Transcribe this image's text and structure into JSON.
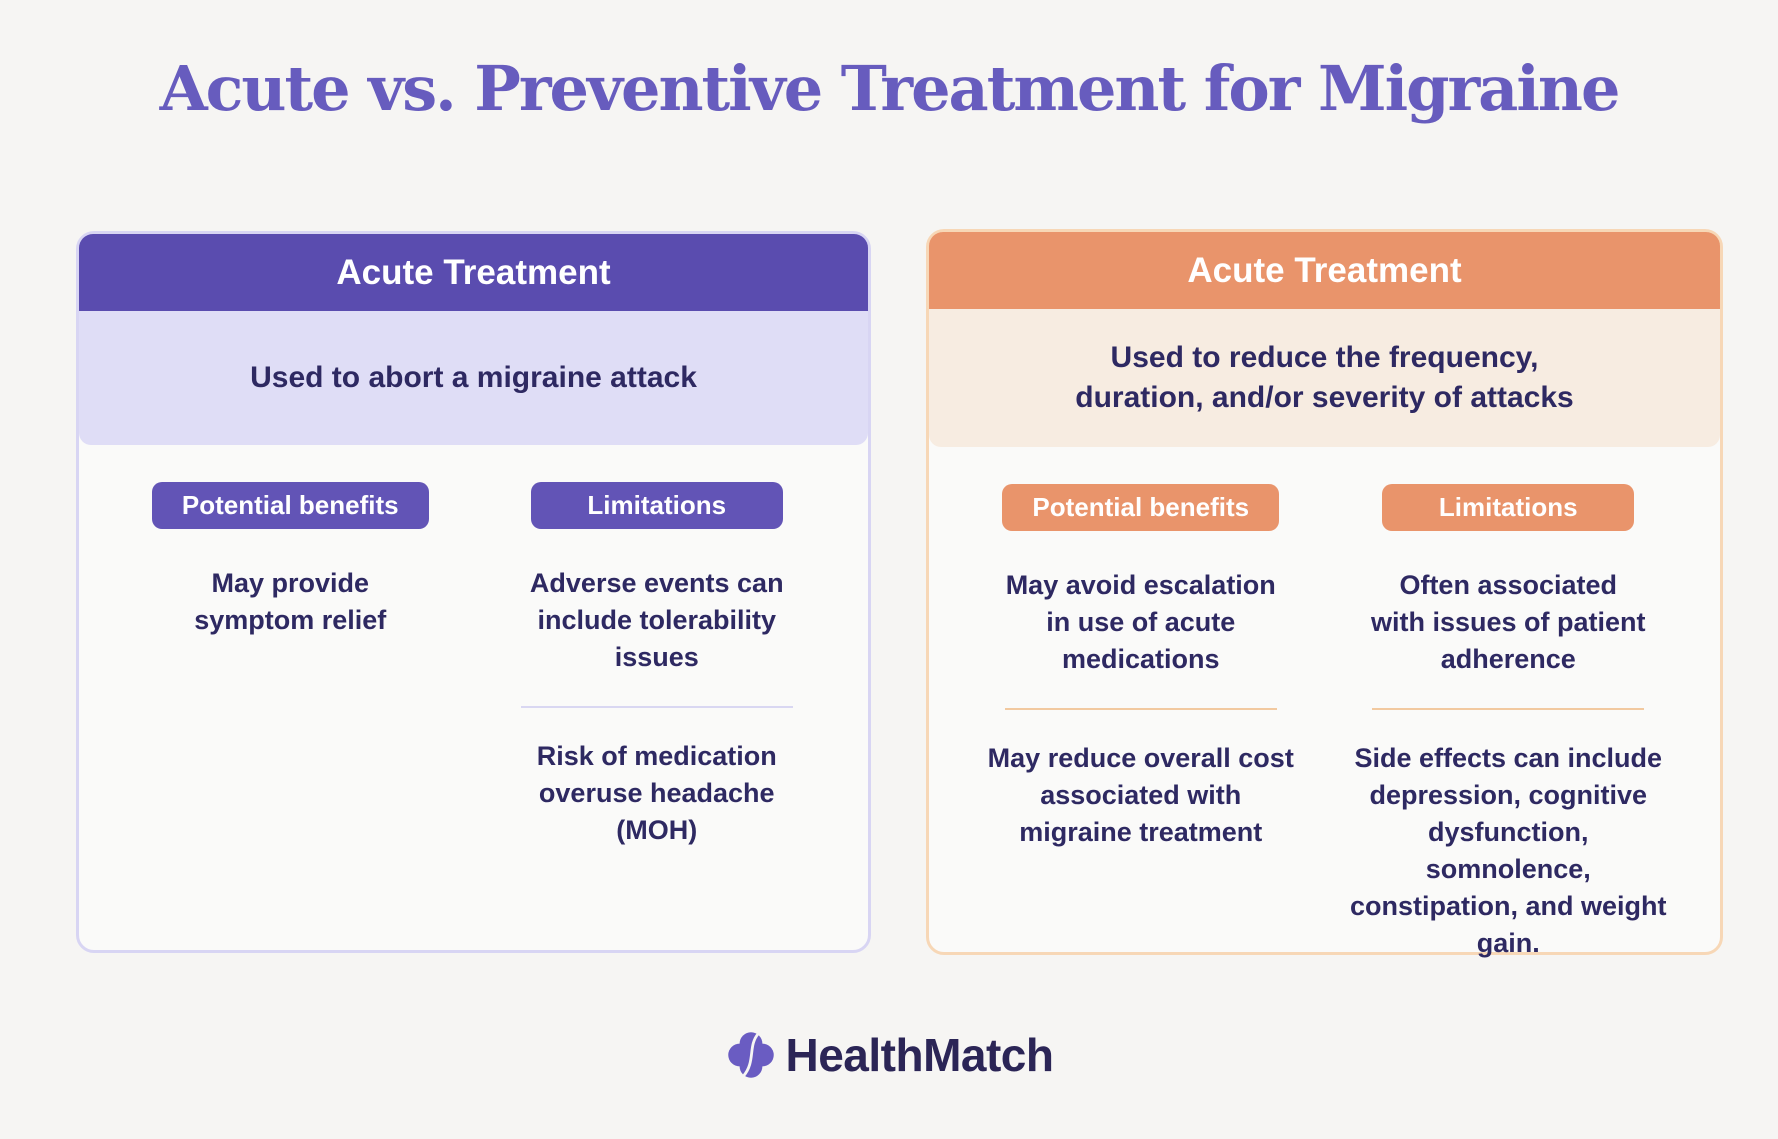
{
  "page": {
    "title": "Acute vs. Preventive Treatment for Migraine"
  },
  "colors": {
    "title_purple": "#675cbe",
    "purple_header": "#5a4caf",
    "purple_band": "#dfddf6",
    "purple_pill": "#6254b6",
    "orange_header": "#e9946b",
    "orange_band": "#f7ece1",
    "orange_pill": "#e9946b",
    "body_text_navy": "#2e2962",
    "background": "#f6f5f3"
  },
  "cards": [
    {
      "header": "Acute Treatment",
      "description": "Used to abort a migraine attack",
      "columns": [
        {
          "pill": "Potential benefits",
          "items": [
            "May provide\nsymptom relief"
          ]
        },
        {
          "pill": "Limitations",
          "items": [
            "Adverse events can\ninclude tolerability\nissues",
            "Risk of medication\noveruse headache\n(MOH)"
          ]
        }
      ]
    },
    {
      "header": "Acute Treatment",
      "description": "Used to reduce the frequency,\nduration, and/or severity of attacks",
      "columns": [
        {
          "pill": "Potential benefits",
          "items": [
            "May avoid escalation\nin use of acute\nmedications",
            "May reduce overall cost\nassociated with\nmigraine treatment"
          ]
        },
        {
          "pill": "Limitations",
          "items": [
            "Often associated\nwith issues of patient\nadherence",
            "Side effects can include\ndepression, cognitive\ndysfunction, somnolence,\nconstipation, and weight\ngain."
          ]
        }
      ]
    }
  ],
  "footer": {
    "logo_icon": "healthmatch-clover-icon",
    "logo_text": "HealthMatch"
  }
}
